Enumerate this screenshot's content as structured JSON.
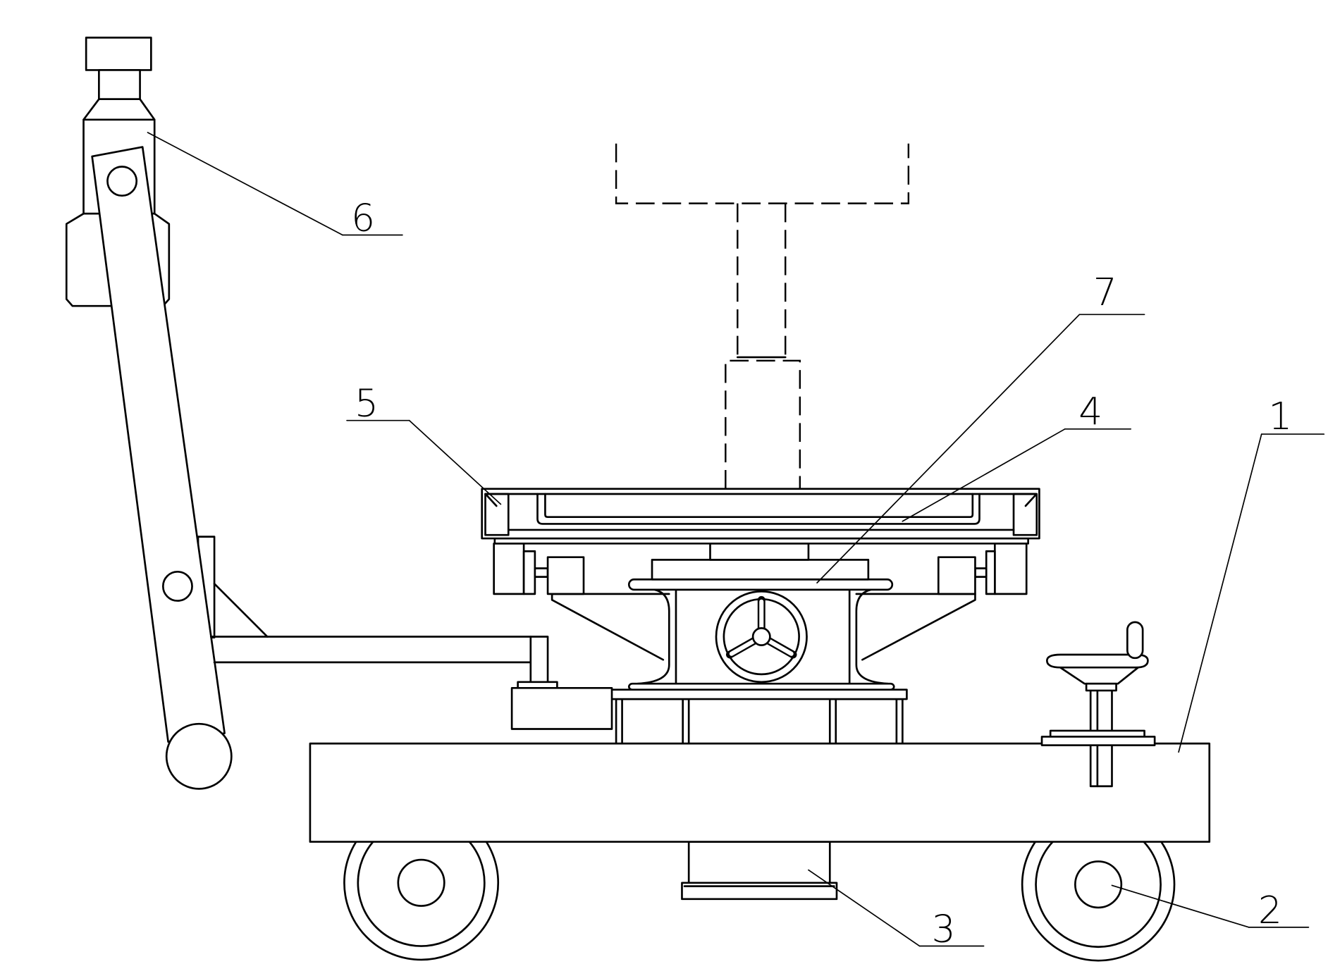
{
  "drawing": {
    "ink_color": "#000000",
    "background_color": "#ffffff"
  },
  "labels": {
    "part_1": "1",
    "part_2": "2",
    "part_3": "3",
    "part_4": "4",
    "part_5": "5",
    "part_6": "6",
    "part_7": "7"
  }
}
